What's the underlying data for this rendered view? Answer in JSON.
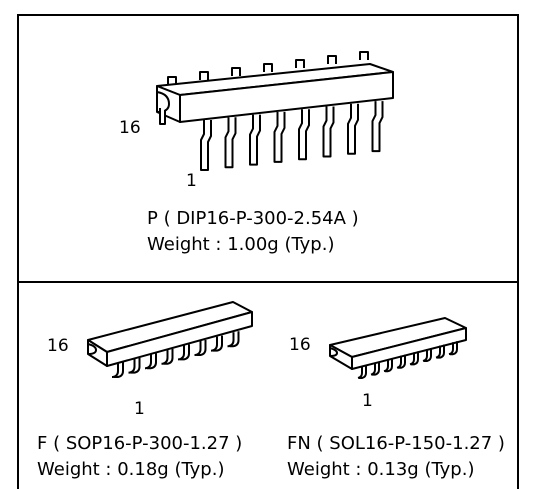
{
  "dip": {
    "pin_high": "16",
    "pin_low": "1",
    "package_name": "P ( DIP16-P-300-2.54A )",
    "weight": "Weight : 1.00g (Typ.)"
  },
  "sop": {
    "pin_high": "16",
    "pin_low": "1",
    "package_name": "F ( SOP16-P-300-1.27 )",
    "weight": "Weight : 0.18g (Typ.)"
  },
  "sol": {
    "pin_high": "16",
    "pin_low": "1",
    "package_name": "FN ( SOL16-P-150-1.27 )",
    "weight": "Weight : 0.13g (Typ.)"
  }
}
